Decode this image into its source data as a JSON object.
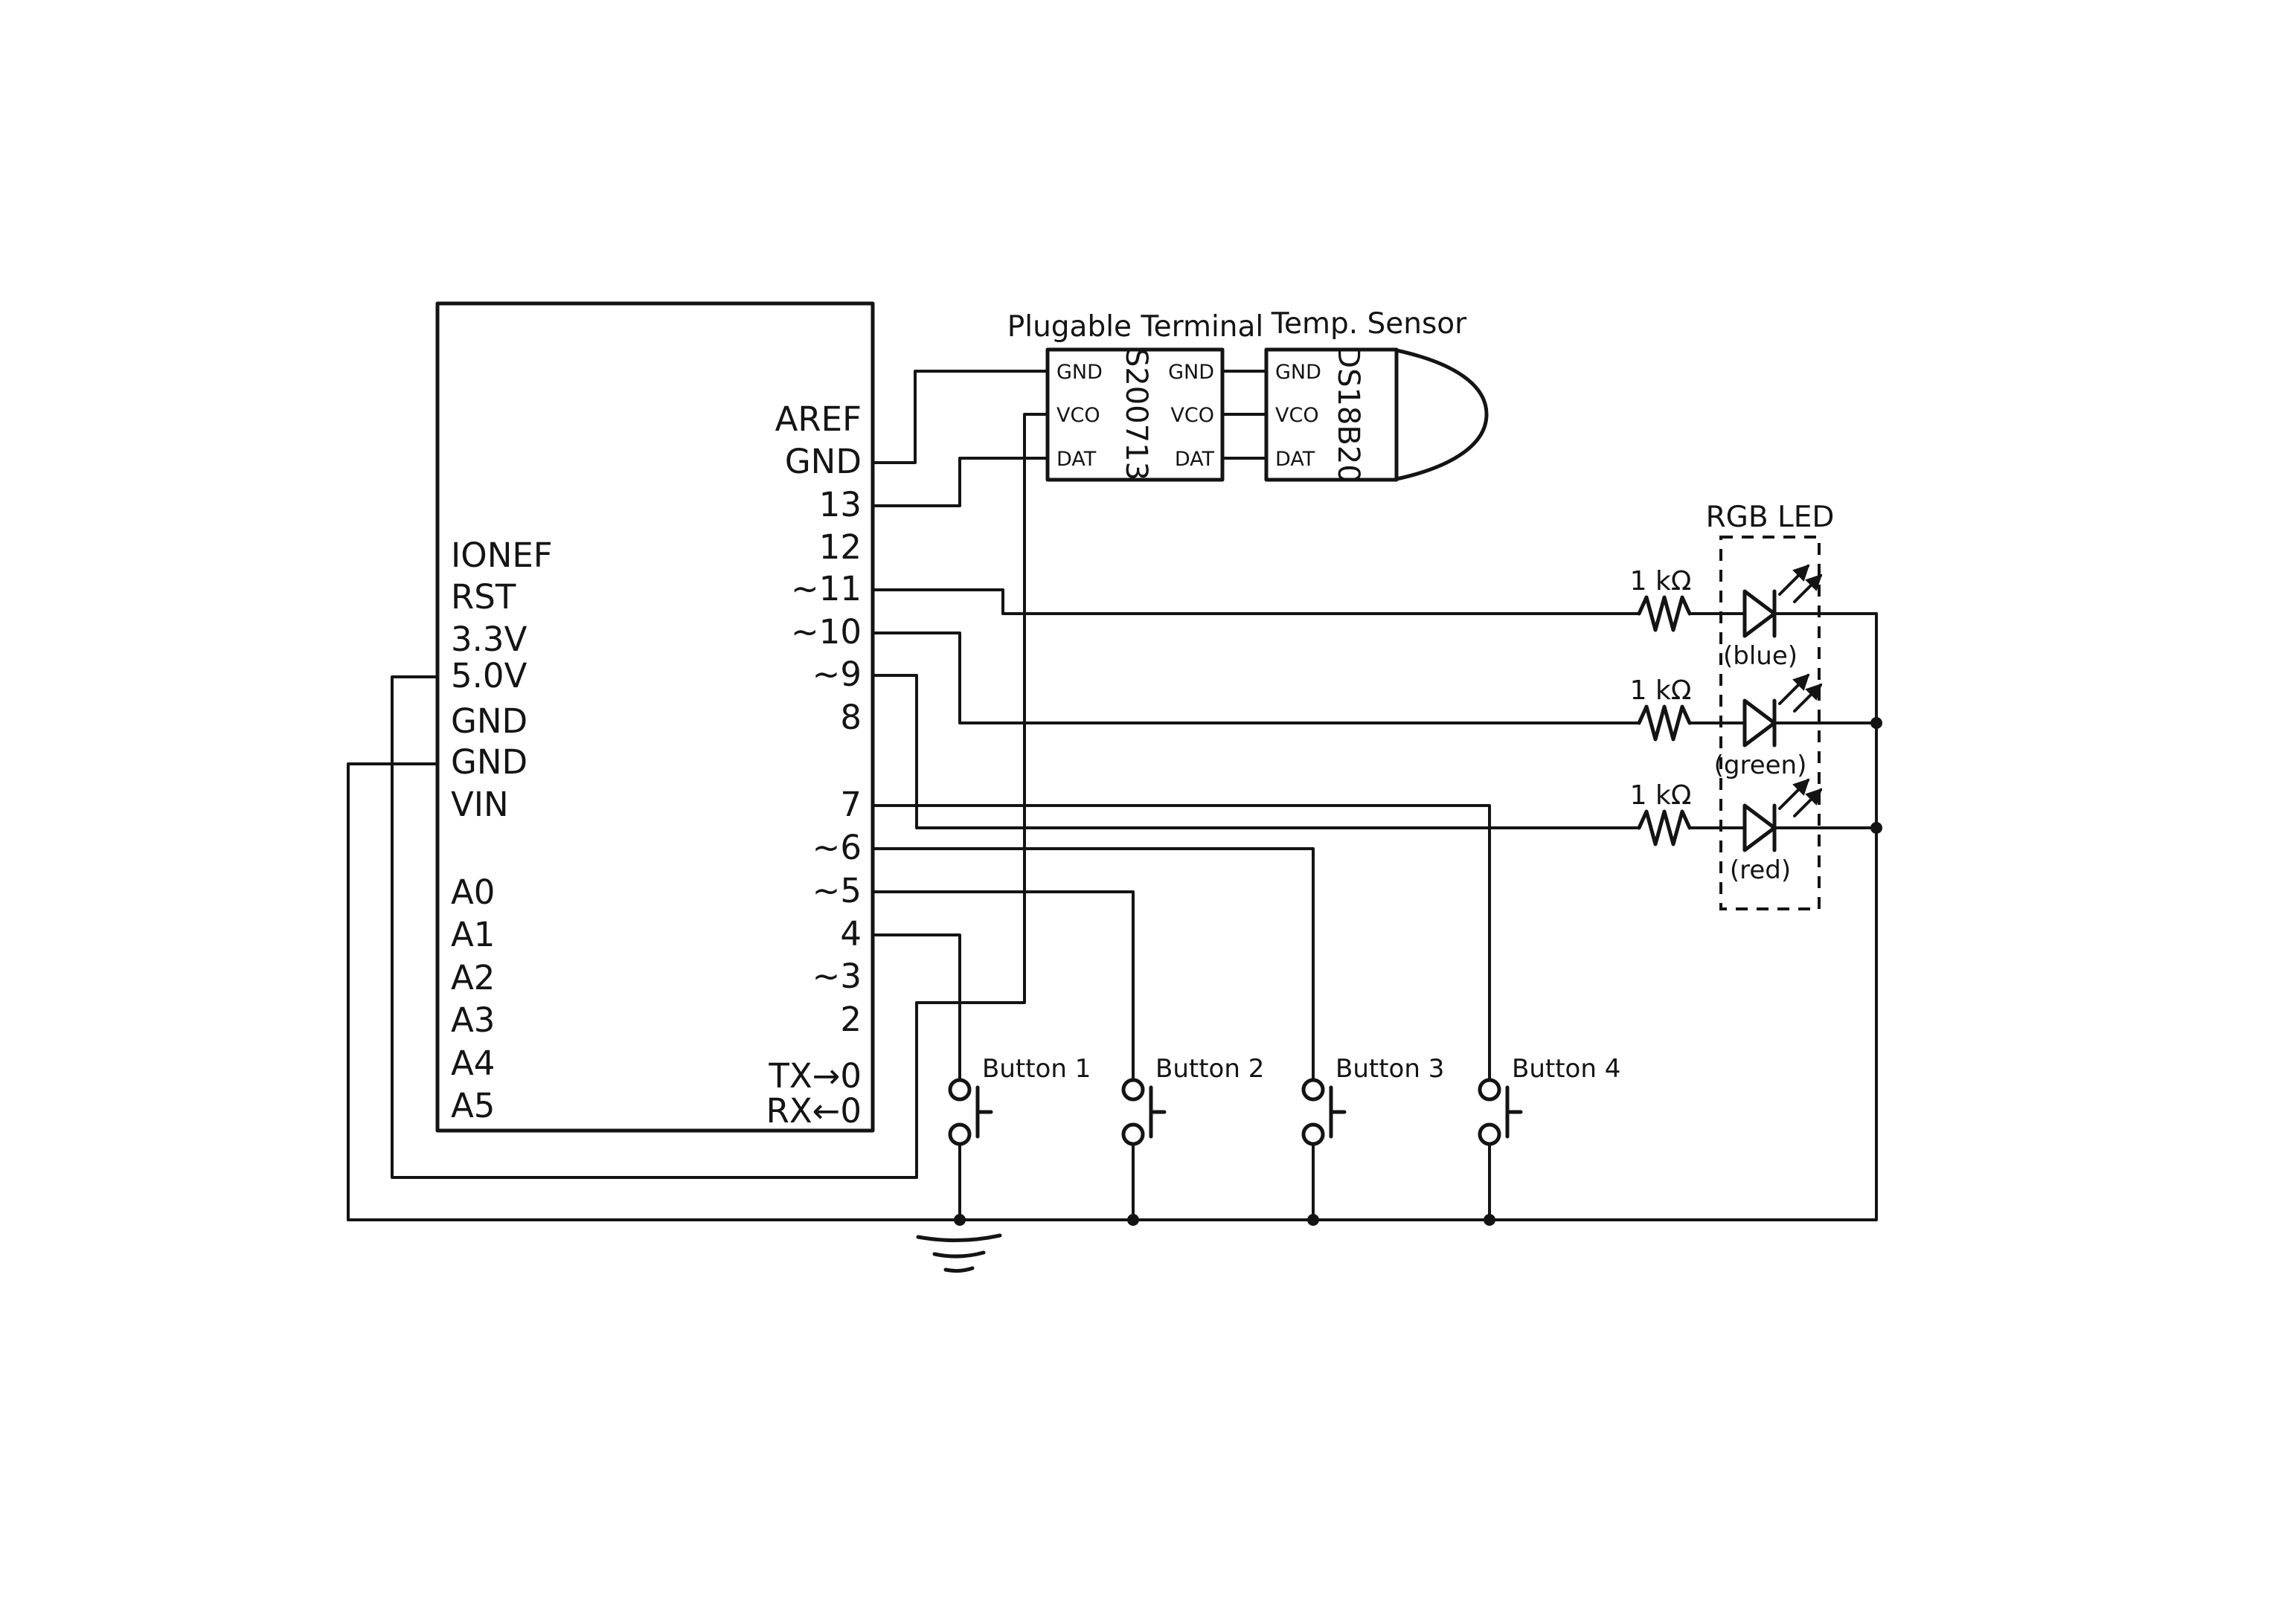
{
  "arduino": {
    "left_pins": [
      "IONEF",
      "RST",
      "3.3V",
      "5.0V",
      "GND",
      "GND",
      "VIN",
      "A0",
      "A1",
      "A2",
      "A3",
      "A4",
      "A5"
    ],
    "right_pins": [
      "AREF",
      "GND",
      "13",
      "12",
      "~11",
      "~10",
      "~9",
      "8",
      "7",
      "~6",
      "~5",
      "4",
      "~3",
      "2",
      "TX→0",
      "RX←0"
    ]
  },
  "pluggable_terminal": {
    "title": "Plugable Terminal",
    "chip_label": "S200713",
    "left_pins": [
      "GND",
      "VCO",
      "DAT"
    ],
    "right_pins": [
      "GND",
      "VCO",
      "DAT"
    ]
  },
  "temp_sensor": {
    "title": "Temp. Sensor",
    "chip_label": "DS18B20",
    "pins": [
      "GND",
      "VCO",
      "DAT"
    ]
  },
  "rgb_led": {
    "title": "RGB LED",
    "resistor_value": "1 kΩ",
    "channels": [
      {
        "label": "(blue)"
      },
      {
        "label": "(green)"
      },
      {
        "label": "(red)"
      }
    ]
  },
  "buttons": [
    {
      "label": "Button 1"
    },
    {
      "label": "Button 2"
    },
    {
      "label": "Button 3"
    },
    {
      "label": "Button 4"
    }
  ],
  "colors": {
    "ink": "#141414",
    "background": "#ffffff"
  }
}
